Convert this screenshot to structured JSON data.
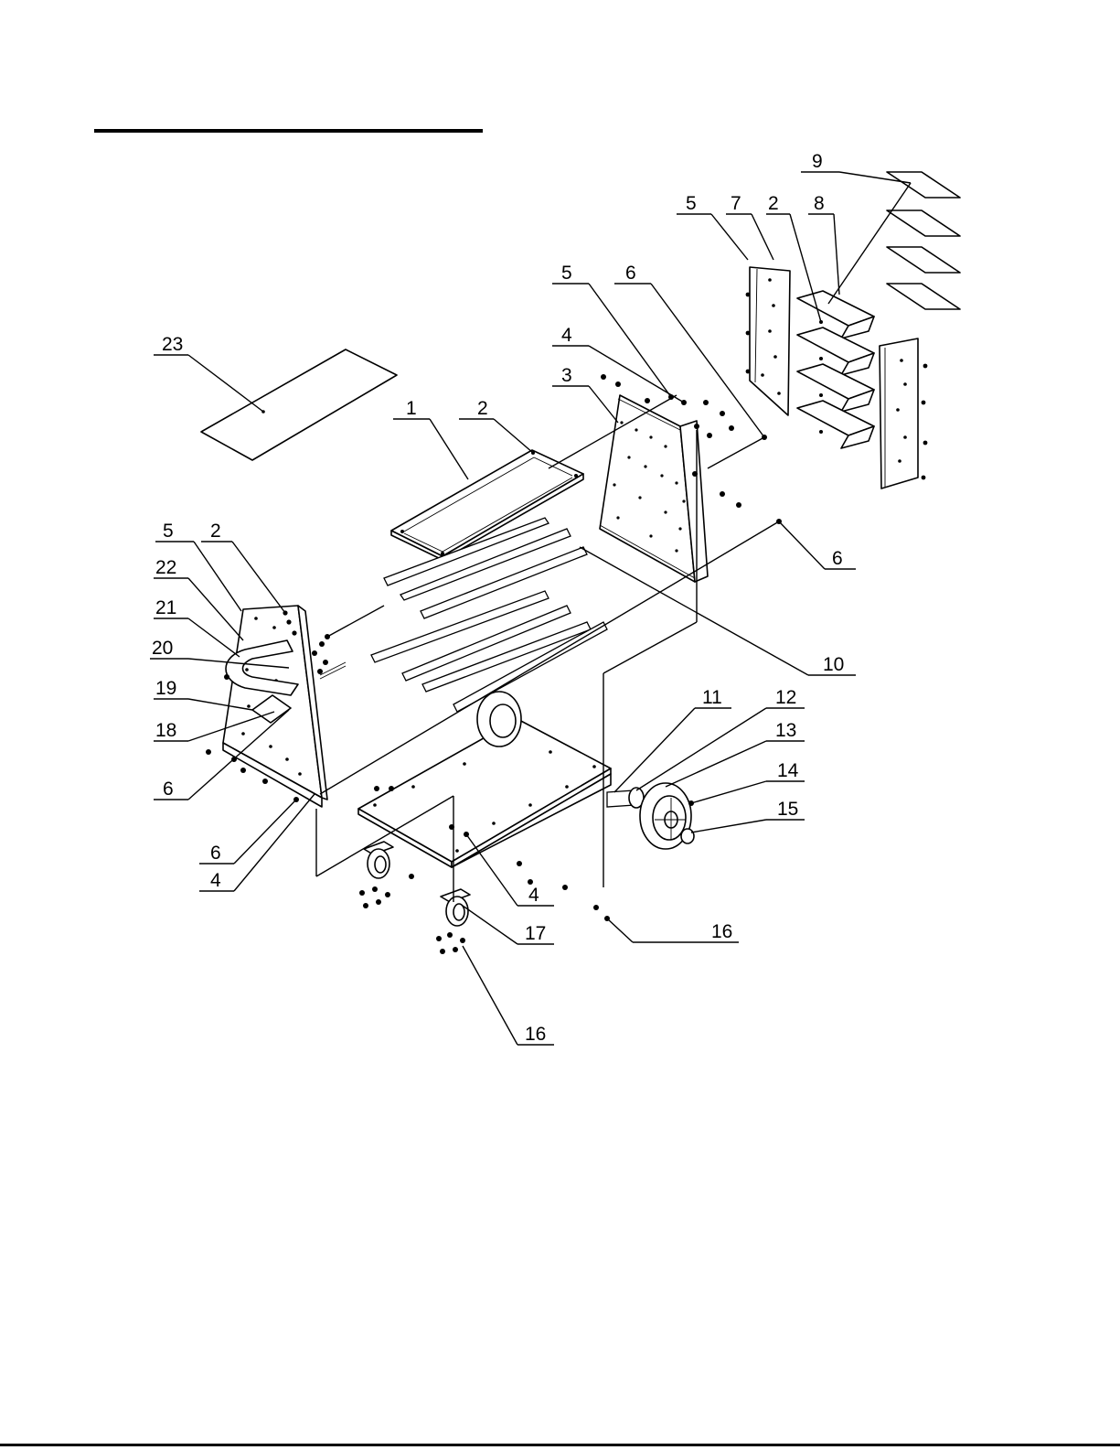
{
  "diagram": {
    "title": "",
    "callouts": [
      {
        "id": "c-23",
        "label": "23"
      },
      {
        "id": "c-1",
        "label": "1"
      },
      {
        "id": "c-2a",
        "label": "2"
      },
      {
        "id": "c-5a",
        "label": "5"
      },
      {
        "id": "c-4a",
        "label": "4"
      },
      {
        "id": "c-3",
        "label": "3"
      },
      {
        "id": "c-6a",
        "label": "6"
      },
      {
        "id": "c-5b",
        "label": "5"
      },
      {
        "id": "c-7",
        "label": "7"
      },
      {
        "id": "c-2b",
        "label": "2"
      },
      {
        "id": "c-8",
        "label": "8"
      },
      {
        "id": "c-9",
        "label": "9"
      },
      {
        "id": "c-6b",
        "label": "6"
      },
      {
        "id": "c-10",
        "label": "10"
      },
      {
        "id": "c-5c",
        "label": "5"
      },
      {
        "id": "c-2c",
        "label": "2"
      },
      {
        "id": "c-22",
        "label": "22"
      },
      {
        "id": "c-21",
        "label": "21"
      },
      {
        "id": "c-20",
        "label": "20"
      },
      {
        "id": "c-19",
        "label": "19"
      },
      {
        "id": "c-18",
        "label": "18"
      },
      {
        "id": "c-6c",
        "label": "6"
      },
      {
        "id": "c-6d",
        "label": "6"
      },
      {
        "id": "c-4b",
        "label": "4"
      },
      {
        "id": "c-11",
        "label": "11"
      },
      {
        "id": "c-12",
        "label": "12"
      },
      {
        "id": "c-13",
        "label": "13"
      },
      {
        "id": "c-14",
        "label": "14"
      },
      {
        "id": "c-15",
        "label": "15"
      },
      {
        "id": "c-4c",
        "label": "4"
      },
      {
        "id": "c-17",
        "label": "17"
      },
      {
        "id": "c-16a",
        "label": "16"
      },
      {
        "id": "c-16b",
        "label": "16"
      }
    ]
  }
}
